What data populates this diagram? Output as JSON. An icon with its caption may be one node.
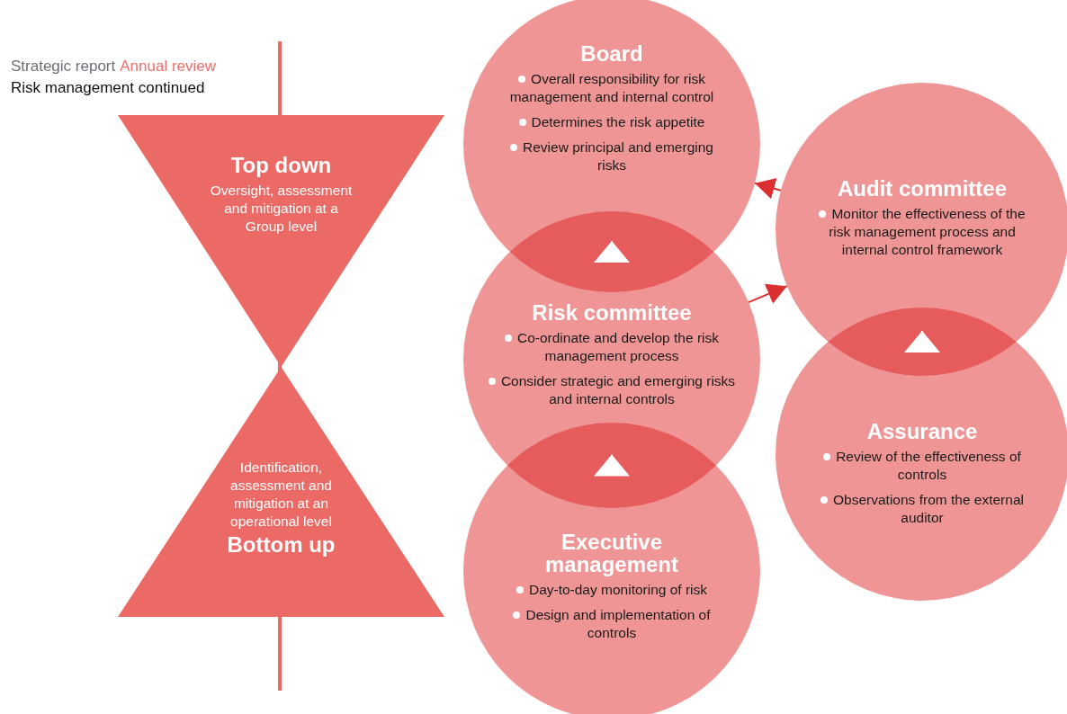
{
  "diagram": {
    "nodes": [
      {
        "text": [
          "Top down",
          "Oversight, assessment and mitigation at a Group level"
        ]
      },
      {
        "text": [
          "Identification, assessment and mitigation at an operational level",
          "Bottom up"
        ]
      },
      {
        "text": [
          "Board",
          "Overall responsibility for risk management and internal control",
          "Determines the risk appetite",
          "Review principal and emerging risks"
        ]
      },
      {
        "text": [
          "Risk committee",
          "Co-ordinate and develop the risk management process",
          "Consider strategic and emerging risks and internal controls"
        ]
      },
      {
        "text": [
          "Executive management",
          "Day-to-day monitoring of risk",
          "Design and implementation of controls"
        ]
      },
      {
        "text": [
          "Audit committee",
          "Monitor the effectiveness of the risk management process and internal control framework"
        ]
      },
      {
        "text": [
          "Assurance",
          "Review of the effectiveness of controls",
          "Observations from the external auditor"
        ]
      }
    ],
    "edges": [
      {
        "from": 3,
        "to": 2,
        "arrow": "to"
      },
      {
        "from": 4,
        "to": 3,
        "arrow": "to"
      },
      {
        "from": 6,
        "to": 5,
        "arrow": "to"
      },
      {
        "from": 5,
        "to": 2,
        "arrow": "to",
        "color": "#dc2f2f"
      },
      {
        "from": 3,
        "to": 5,
        "arrow": "to",
        "color": "#dc2f2f"
      }
    ],
    "labels": [
      "Strategic report",
      "Annual review",
      "Risk management continued"
    ]
  }
}
